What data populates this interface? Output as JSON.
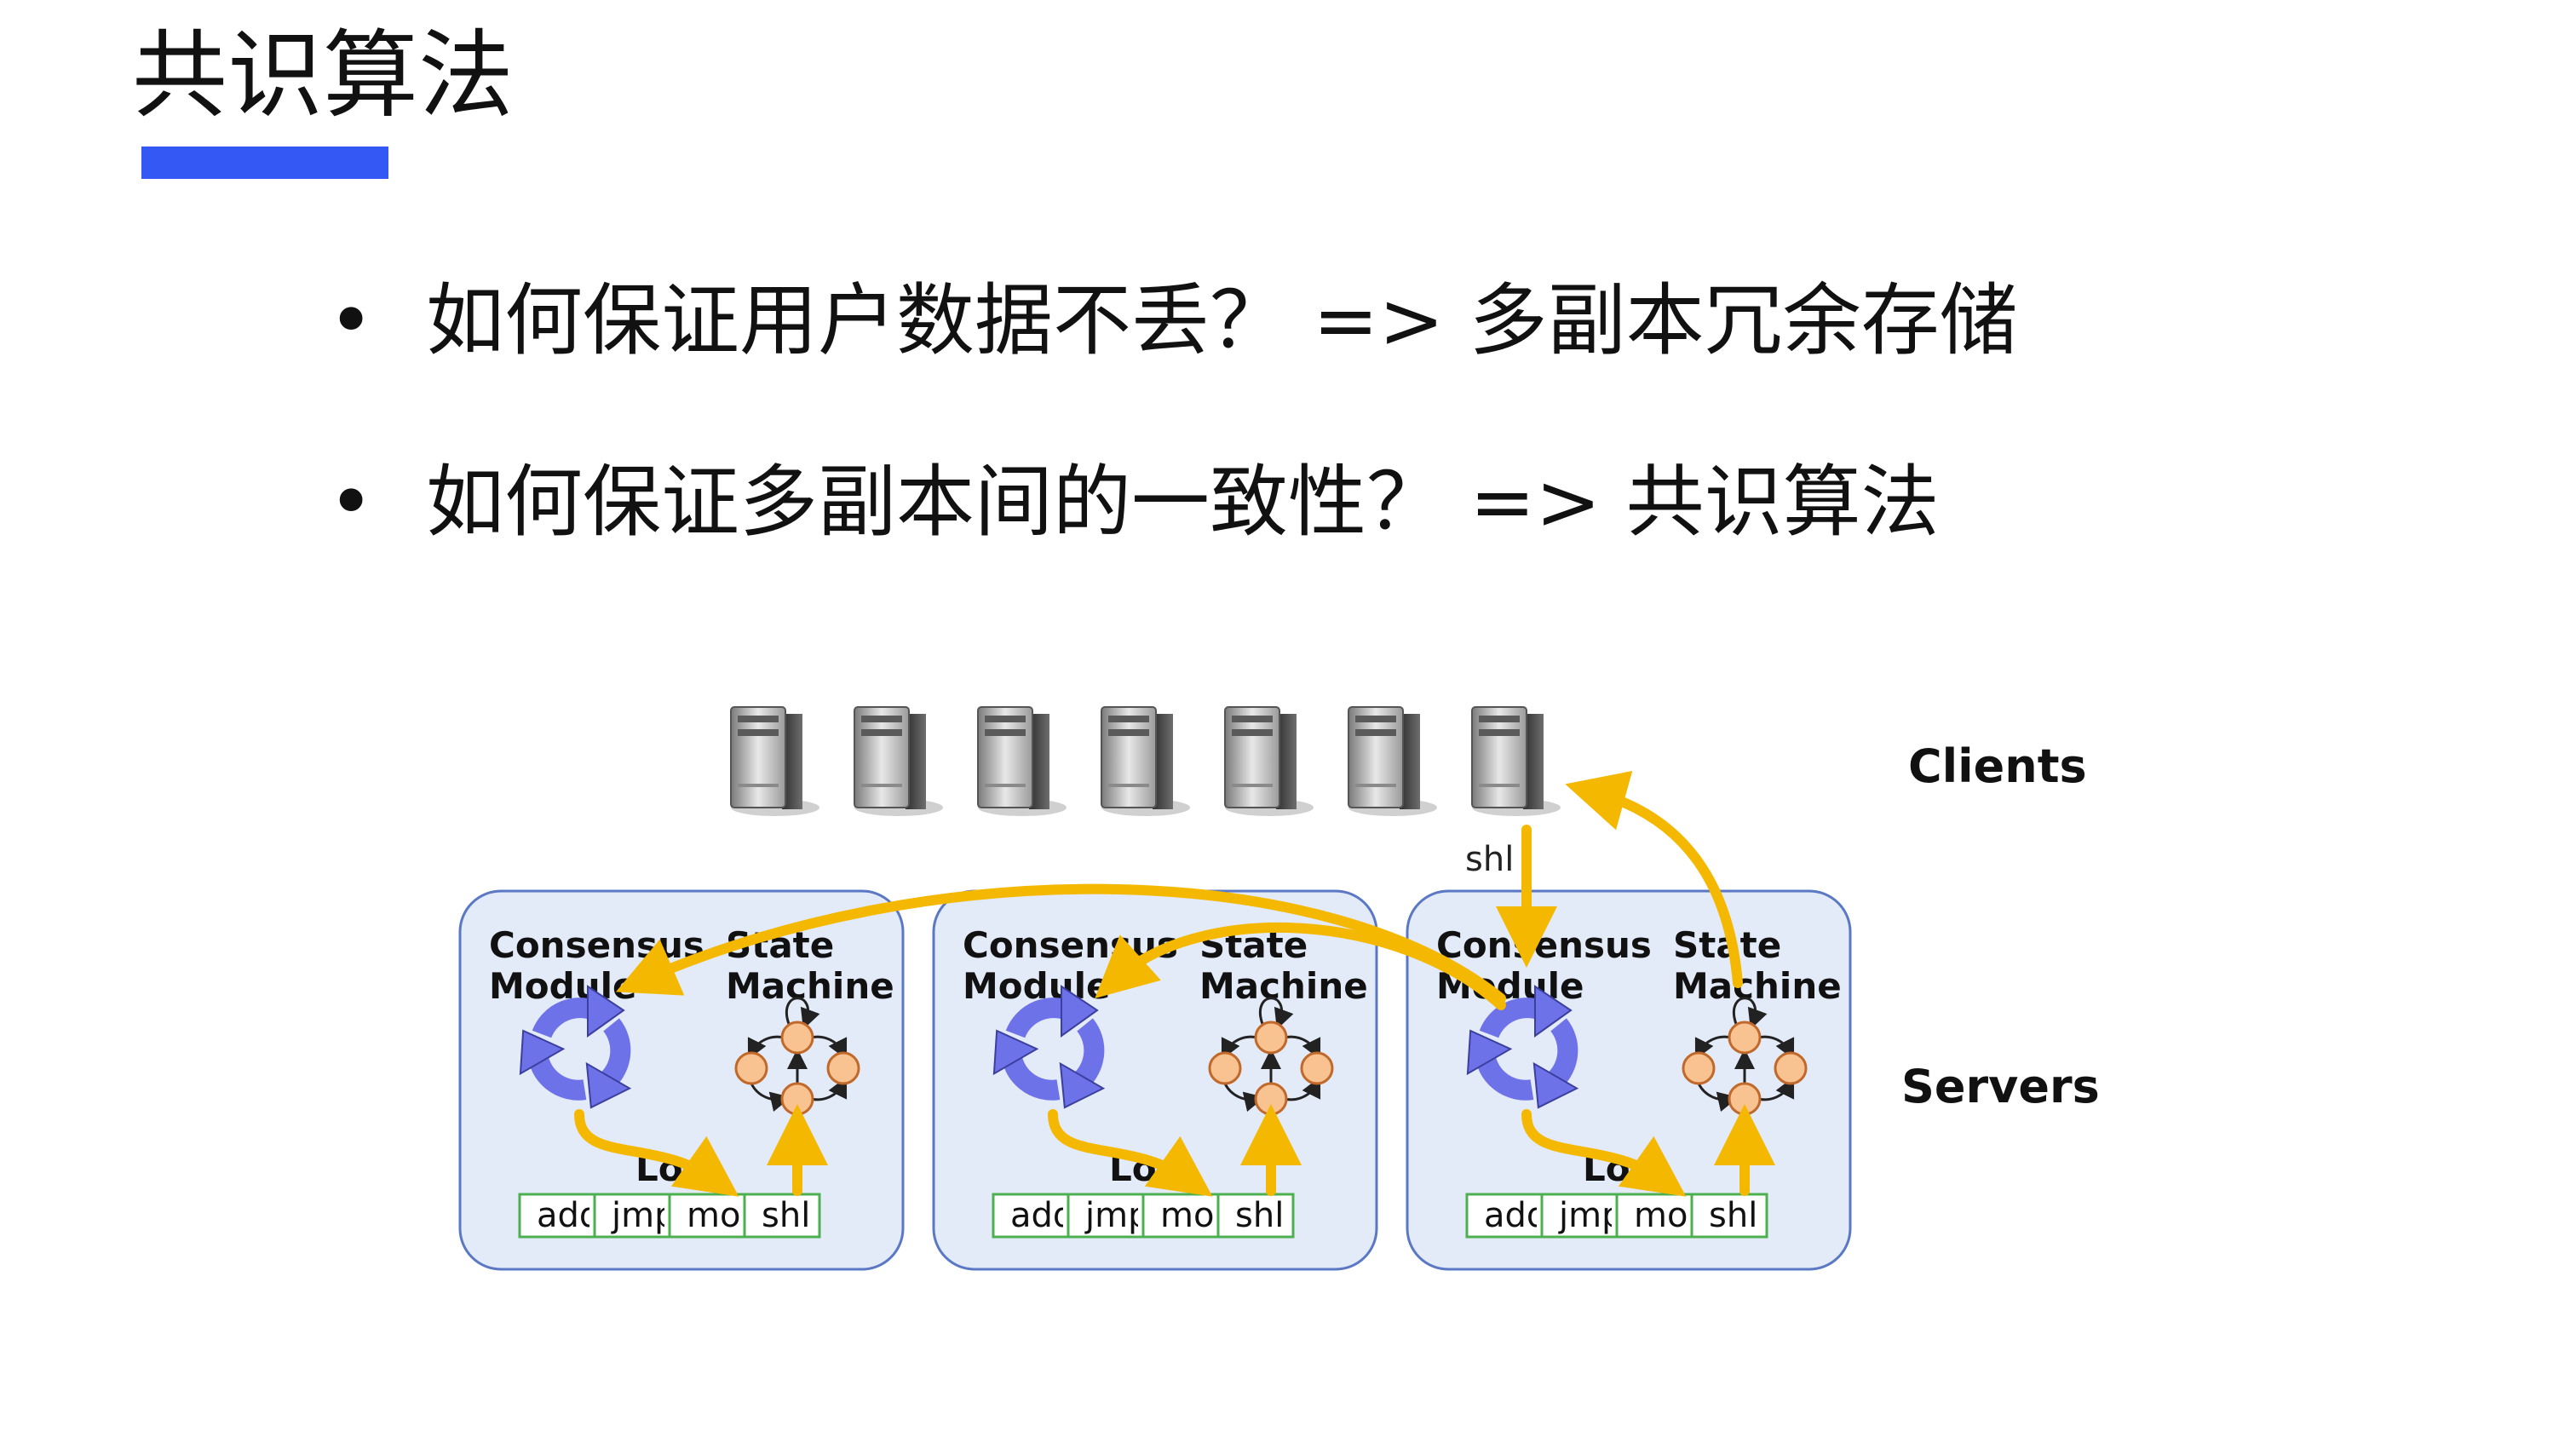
{
  "slide": {
    "title": "共识算法",
    "accent_color": "#3358F4"
  },
  "bullets": [
    {
      "marker": "•",
      "text": "如何保证用户数据不丢？ => 多副本冗余存储"
    },
    {
      "marker": "•",
      "text": "如何保证多副本间的一致性？ => 共识算法"
    }
  ],
  "diagram": {
    "clients_label": "Clients",
    "servers_label": "Servers",
    "client_count": 7,
    "request_label": "shl",
    "colors": {
      "arrow": "#F5B800",
      "server_fill": "#E3EAF8",
      "server_border": "#5A78C4",
      "consensus_icon": "#6D72E8",
      "state_node": "#F8C291",
      "state_node_border": "#C0692A",
      "log_border": "#4CB050"
    },
    "servers": [
      {
        "consensus_line1": "Consensus",
        "consensus_line2": "Module",
        "state_line1": "State",
        "state_line2": "Machine",
        "log_label": "Log",
        "log_entries": [
          "add",
          "jmp",
          "mov",
          "shl"
        ]
      },
      {
        "consensus_line1": "Consensus",
        "consensus_line2": "Module",
        "state_line1": "State",
        "state_line2": "Machine",
        "log_label": "Log",
        "log_entries": [
          "add",
          "jmp",
          "mov",
          "shl"
        ]
      },
      {
        "consensus_line1": "Consensus",
        "consensus_line2": "Module",
        "state_line1": "State",
        "state_line2": "Machine",
        "log_label": "Log",
        "log_entries": [
          "add",
          "jmp",
          "mov",
          "shl"
        ]
      }
    ]
  }
}
